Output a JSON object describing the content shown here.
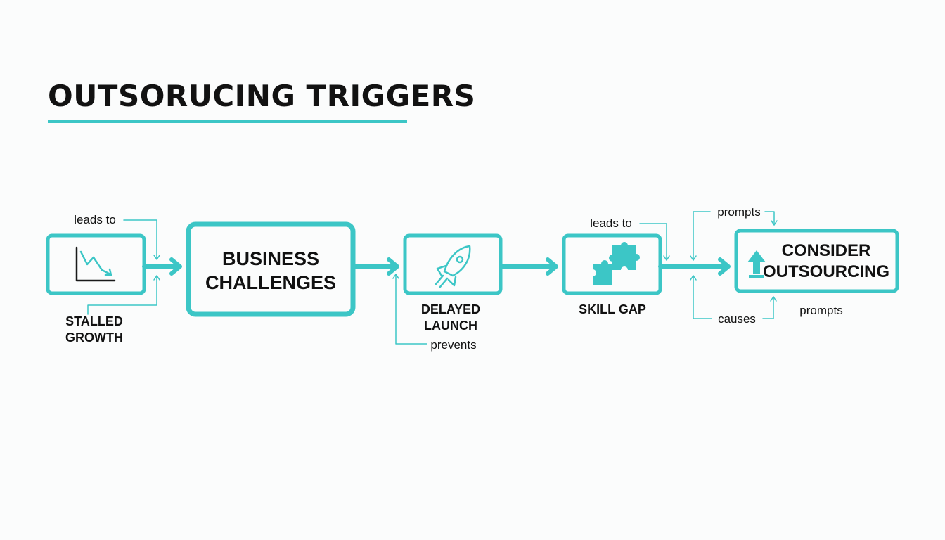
{
  "title": "OUTSORUCING TRIGGERS",
  "colors": {
    "accent": "#3cc6c6",
    "text": "#111111",
    "background": "#fbfcfc"
  },
  "nodes": {
    "stalled_growth": {
      "label_line1": "STALLED",
      "label_line2": "GROWTH",
      "icon": "trend-down-chart-icon"
    },
    "business_challenges": {
      "label_line1": "BUSINESS",
      "label_line2": "CHALLENGES"
    },
    "delayed_launch": {
      "label_line1": "DELAYED",
      "label_line2": "LAUNCH",
      "icon": "rocket-icon"
    },
    "skill_gap": {
      "label": "SKILL GAP",
      "icon": "puzzle-pieces-icon"
    },
    "consider_outsourcing": {
      "label_line1": "CONSIDER",
      "label_line2": "OUTSOURCING",
      "icon": "upload-arrow-icon"
    }
  },
  "edge_labels": {
    "leads_to_1": "leads to",
    "prevents": "prevents",
    "leads_to_2": "leads to",
    "prompts_top": "prompts",
    "causes": "causes",
    "prompts_bottom": "prompts"
  }
}
